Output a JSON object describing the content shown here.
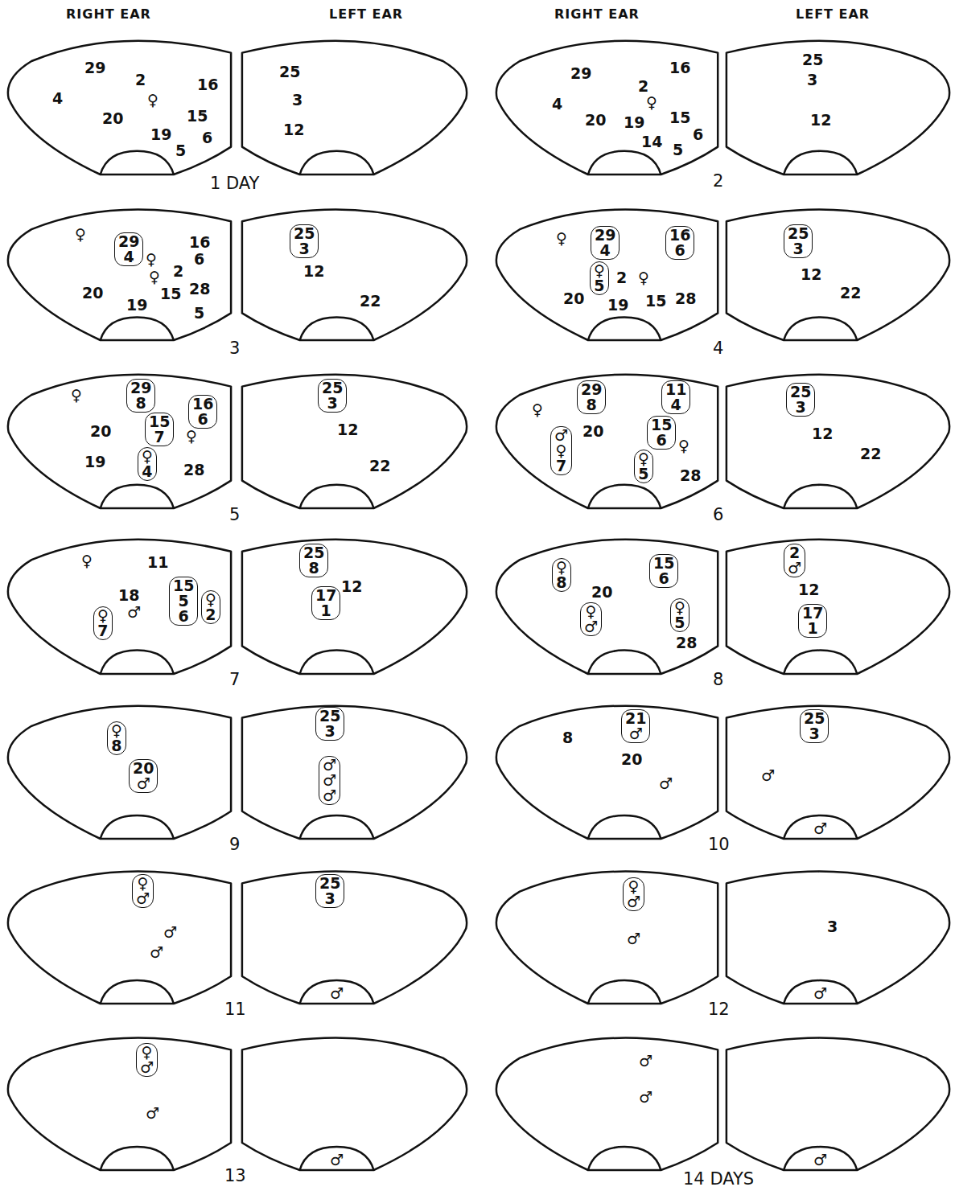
{
  "diagram": {
    "nodes": [
      {
        "text": [
          "29",
          "4"
        ]
      },
      {
        "text": [
          "25",
          "3"
        ]
      },
      {
        "text": [
          "29",
          "4"
        ]
      },
      {
        "text": [
          "16",
          "6"
        ]
      },
      {
        "text": [
          "♀",
          "5"
        ]
      },
      {
        "text": [
          "25",
          "3"
        ]
      },
      {
        "text": [
          "29",
          "8"
        ]
      },
      {
        "text": [
          "15",
          "7"
        ]
      },
      {
        "text": [
          "16",
          "6"
        ]
      },
      {
        "text": [
          "♀",
          "4"
        ]
      },
      {
        "text": [
          "25",
          "3"
        ]
      },
      {
        "text": [
          "29",
          "8"
        ]
      },
      {
        "text": [
          "11",
          "4"
        ]
      },
      {
        "text": [
          "♂",
          "♀",
          "7"
        ]
      },
      {
        "text": [
          "15",
          "6"
        ]
      },
      {
        "text": [
          "♀",
          "5"
        ]
      },
      {
        "text": [
          "25",
          "3"
        ]
      },
      {
        "text": [
          "15",
          "5",
          "6"
        ]
      },
      {
        "text": [
          "♀",
          "2"
        ]
      },
      {
        "text": [
          "♀",
          "7"
        ]
      },
      {
        "text": [
          "25",
          "8"
        ]
      },
      {
        "text": [
          "17",
          "1"
        ]
      },
      {
        "text": [
          "♀",
          "8"
        ]
      },
      {
        "text": [
          "15",
          "6"
        ]
      },
      {
        "text": [
          "♀",
          "♂"
        ]
      },
      {
        "text": [
          "♀",
          "5"
        ]
      },
      {
        "text": [
          "2",
          "♂"
        ]
      },
      {
        "text": [
          "17",
          "1"
        ]
      },
      {
        "text": [
          "♀",
          "8"
        ]
      },
      {
        "text": [
          "20",
          "♂"
        ]
      },
      {
        "text": [
          "25",
          "3"
        ]
      },
      {
        "text": [
          "♂",
          "♂",
          "♂"
        ]
      },
      {
        "text": [
          "21",
          "♂"
        ]
      },
      {
        "text": [
          "25",
          "3"
        ]
      },
      {
        "text": [
          "♀",
          "♂"
        ]
      },
      {
        "text": [
          "25",
          "3"
        ]
      },
      {
        "text": [
          "♀",
          "♂"
        ]
      },
      {
        "text": [
          "♀",
          "♂"
        ]
      }
    ],
    "labels": [
      "RIGHT EAR",
      "LEFT EAR",
      "RIGHT EAR",
      "LEFT EAR",
      "29",
      "2",
      "♀",
      "16",
      "4",
      "20",
      "15",
      "19",
      "6",
      "5",
      "25",
      "3",
      "12",
      "1 DAY",
      "29",
      "16",
      "2",
      "♀",
      "4",
      "20",
      "19",
      "15",
      "6",
      "14",
      "5",
      "25",
      "3",
      "12",
      "2",
      "♀",
      "16",
      "6",
      "♀",
      "♀",
      "2",
      "15",
      "28",
      "20",
      "19",
      "5",
      "12",
      "22",
      "3",
      "♀",
      "2",
      "♀",
      "15",
      "20",
      "19",
      "28",
      "12",
      "22",
      "4",
      "♀",
      "20",
      "♀",
      "19",
      "28",
      "12",
      "22",
      "5",
      "♀",
      "20",
      "♀",
      "28",
      "12",
      "22",
      "6",
      "♀",
      "11",
      "18",
      "♂",
      "12",
      "7",
      "20",
      "28",
      "12",
      "8",
      "9",
      "8",
      "20",
      "♂",
      "♂",
      "♂",
      "10",
      "♂",
      "♂",
      "♂",
      "11",
      "♂",
      "3",
      "♂",
      "12",
      "♂",
      "♂",
      "13",
      "♂",
      "♂",
      "♂",
      "14 DAYS"
    ]
  }
}
